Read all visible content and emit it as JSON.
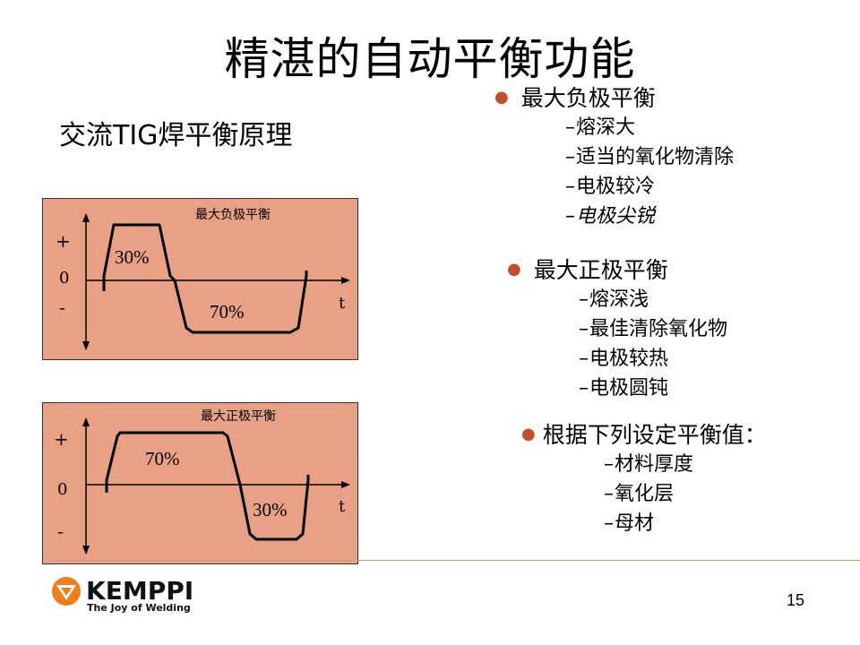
{
  "title": "精湛的自动平衡功能",
  "subtitle": "交流TIG焊平衡原理",
  "diagrams": [
    {
      "label": "最大负极平衡",
      "plus": "+",
      "zero": "0",
      "minus": "-",
      "t": "t",
      "positive_pct": "30%",
      "negative_pct": "70%"
    },
    {
      "label": "最大正极平衡",
      "plus": "+",
      "zero": "0",
      "minus": "-",
      "t": "t",
      "positive_pct": "70%",
      "negative_pct": "30%"
    }
  ],
  "bullets": [
    {
      "head": "最大负极平衡",
      "items": [
        "熔深大",
        "适当的氧化物清除",
        "电极较冷",
        "电极尖锐"
      ]
    },
    {
      "head": "最大正极平衡",
      "items": [
        "熔深浅",
        "最佳清除氧化物",
        "电极较热",
        "电极圆钝"
      ]
    },
    {
      "head": "根据下列设定平衡值：",
      "items": [
        "材料厚度",
        "氧化层",
        "母材"
      ]
    }
  ],
  "dash": "–",
  "logo": {
    "word": "KEMPPI",
    "tagline": "The Joy of Welding"
  },
  "page_number": "15",
  "colors": {
    "panel": "#e8a184",
    "bullet": "#c0502a",
    "logo_orange": "#f07c1a"
  }
}
